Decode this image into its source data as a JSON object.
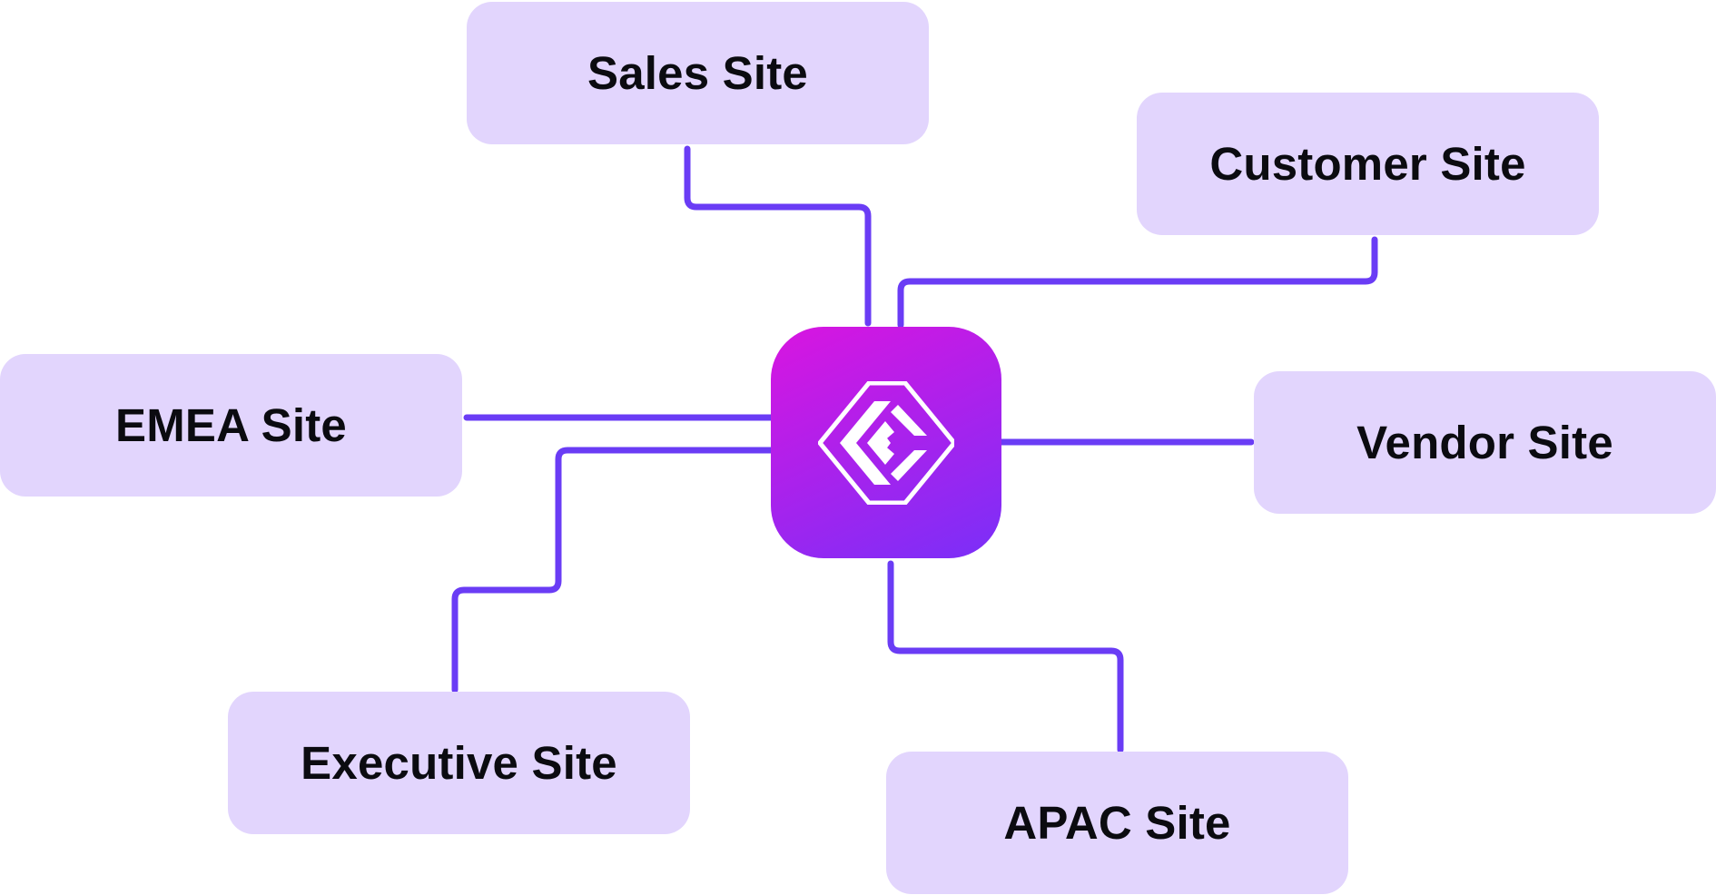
{
  "diagram": {
    "sites": {
      "sales": "Sales Site",
      "customer": "Customer Site",
      "emea": "EMEA Site",
      "vendor": "Vendor Site",
      "executive": "Executive Site",
      "apac": "APAC Site"
    },
    "hub": {
      "icon": "hub-logo-icon"
    }
  },
  "colors": {
    "site_box_fill": "#e2d5fd",
    "connector": "#6a3cf5",
    "hub_gradient_start": "#d915e0",
    "hub_gradient_end": "#7a2ff8",
    "logo": "#ffffff",
    "label_text": "#0b0b10"
  }
}
